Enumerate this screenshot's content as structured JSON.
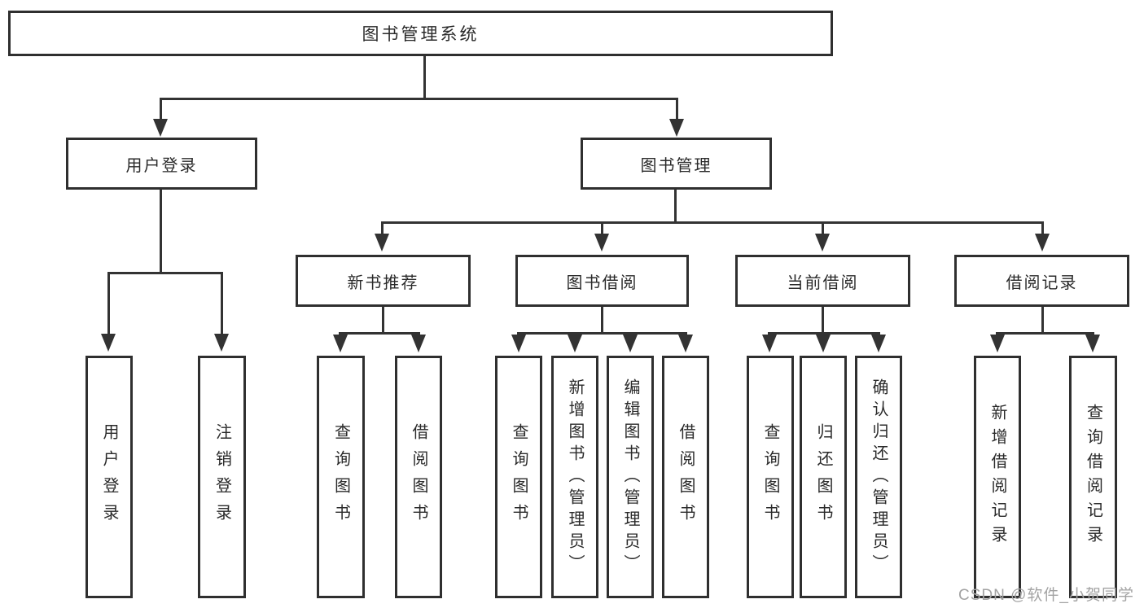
{
  "diagram": {
    "title": "图书管理系统",
    "root": {
      "label": "图书管理系统"
    },
    "level2": [
      {
        "id": "user-login",
        "label": "用户登录",
        "parent": "图书管理系统"
      },
      {
        "id": "book-management",
        "label": "图书管理",
        "parent": "图书管理系统"
      }
    ],
    "level3": [
      {
        "id": "new-book-recommend",
        "label": "新书推荐",
        "parent": "图书管理"
      },
      {
        "id": "book-borrow",
        "label": "图书借阅",
        "parent": "图书管理"
      },
      {
        "id": "current-borrow",
        "label": "当前借阅",
        "parent": "图书管理"
      },
      {
        "id": "borrow-records",
        "label": "借阅记录",
        "parent": "图书管理"
      }
    ],
    "leaves": [
      {
        "id": "user-login-leaf",
        "label": "用户登录",
        "parent": "用户登录"
      },
      {
        "id": "logout",
        "label": "注销登录",
        "parent": "用户登录"
      },
      {
        "id": "query-books-recommend",
        "label": "查询图书",
        "parent": "新书推荐"
      },
      {
        "id": "borrow-books-recommend",
        "label": "借阅图书",
        "parent": "新书推荐"
      },
      {
        "id": "query-books-borrow",
        "label": "查询图书",
        "parent": "图书借阅"
      },
      {
        "id": "add-books-admin",
        "label": "新增图书（管理员）",
        "parent": "图书借阅"
      },
      {
        "id": "edit-books-admin",
        "label": "编辑图书（管理员）",
        "parent": "图书借阅"
      },
      {
        "id": "borrow-books-borrow",
        "label": "借阅图书",
        "parent": "图书借阅"
      },
      {
        "id": "query-books-current",
        "label": "查询图书",
        "parent": "当前借阅"
      },
      {
        "id": "return-books",
        "label": "归还图书",
        "parent": "当前借阅"
      },
      {
        "id": "confirm-return-admin",
        "label": "确认归还（管理员）",
        "parent": "当前借阅"
      },
      {
        "id": "add-borrow-record",
        "label": "新增借阅记录",
        "parent": "借阅记录"
      },
      {
        "id": "query-borrow-record",
        "label": "查询借阅记录",
        "parent": "借阅记录"
      }
    ]
  },
  "watermark": {
    "text": "CSDN @软件_小贺同学"
  },
  "colors": {
    "background": "#ffffff",
    "box_border": "#2f2f2f",
    "line": "#333333",
    "text": "#2a2a2a",
    "watermark": "#a3a3a3"
  }
}
